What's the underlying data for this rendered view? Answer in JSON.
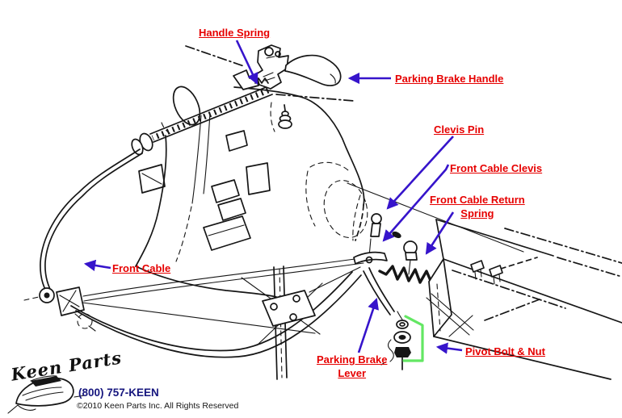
{
  "labels": {
    "handle_spring": "Handle Spring",
    "parking_brake_handle": "Parking Brake Handle",
    "clevis_pin": "Clevis Pin",
    "front_cable_clevis": "Front Cable Clevis",
    "front_cable_return_line1": "Front Cable Return",
    "front_cable_return_line2": "Spring",
    "front_cable": "Front Cable",
    "parking_brake_lever_line1": "Parking Brake",
    "parking_brake_lever_line2": "Lever",
    "pivot_bolt_nut": "Pivot Bolt & Nut"
  },
  "footer": {
    "logo_text": "Keen Parts",
    "phone": "(800) 757-KEEN",
    "copyright": "©2010 Keen Parts Inc. All Rights Reserved"
  },
  "colors": {
    "label_red": "#e60000",
    "arrow_blue": "#3614cb",
    "line_black": "#161616",
    "highlight_green": "#63e763",
    "phone_navy": "#16167e"
  }
}
